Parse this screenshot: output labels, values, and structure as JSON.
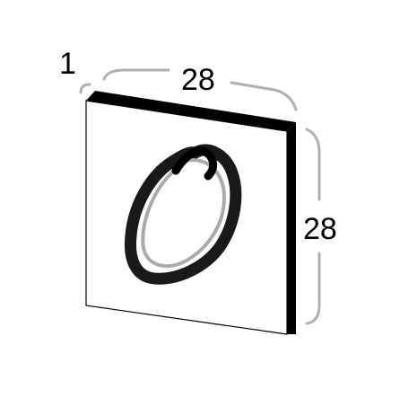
{
  "labels": {
    "depth": "1",
    "width": "28",
    "height": "28"
  },
  "image": {
    "description_name": "digit-zero",
    "grid_rows": 28,
    "grid_cols": 28
  },
  "colors": {
    "edge": "#000000",
    "face_background": "#ffffff",
    "bracket": "#b0b0b0",
    "ink": "#000000"
  }
}
